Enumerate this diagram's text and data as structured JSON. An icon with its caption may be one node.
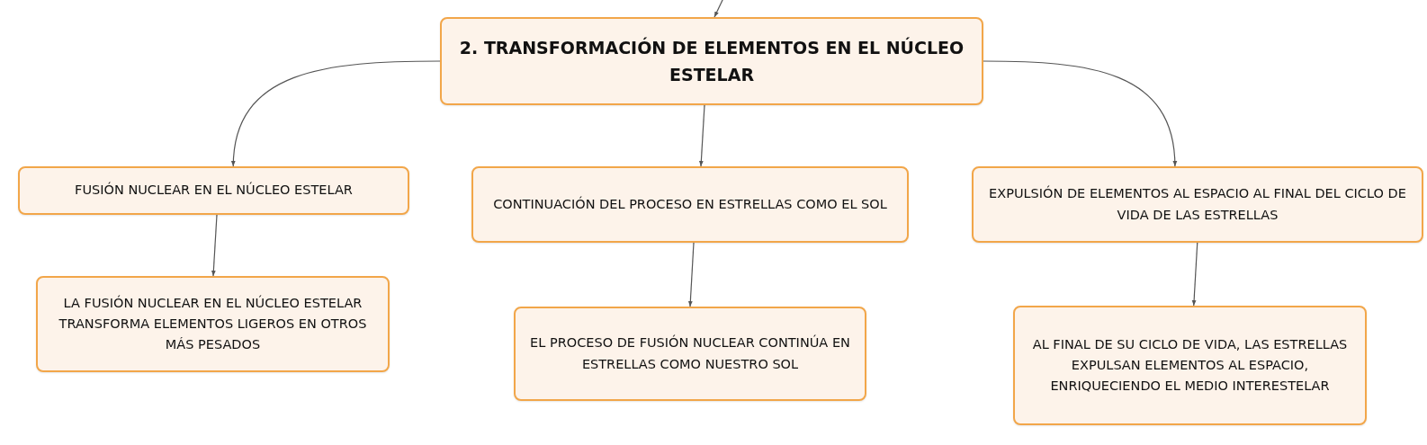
{
  "diagram": {
    "nodes": [
      {
        "text": [
          "2. TRANSFORMACIÓN DE ELEMENTOS EN EL NÚCLEO ESTELAR"
        ]
      },
      {
        "text": [
          "FUSIÓN NUCLEAR EN EL NÚCLEO ESTELAR"
        ]
      },
      {
        "text": [
          "CONTINUACIÓN DEL PROCESO EN ESTRELLAS COMO EL SOL"
        ]
      },
      {
        "text": [
          "EXPULSIÓN DE ELEMENTOS AL ESPACIO AL FINAL DEL CICLO DE VIDA DE LAS ESTRELLAS"
        ]
      },
      {
        "text": [
          "LA FUSIÓN NUCLEAR EN EL NÚCLEO ESTELAR TRANSFORMA ELEMENTOS LIGEROS EN OTROS MÁS PESADOS"
        ]
      },
      {
        "text": [
          "EL PROCESO DE FUSIÓN NUCLEAR CONTINÚA EN ESTRELLAS COMO NUESTRO SOL"
        ]
      },
      {
        "text": [
          "AL FINAL DE SU CICLO DE VIDA, LAS ESTRELLAS EXPULSAN ELEMENTOS AL ESPACIO, ENRIQUECIENDO EL MEDIO INTERESTELAR"
        ]
      }
    ],
    "edges": [
      {
        "from": null,
        "to": 0,
        "arrow": "to"
      },
      {
        "from": 0,
        "to": 1,
        "arrow": "to"
      },
      {
        "from": 0,
        "to": 2,
        "arrow": "to"
      },
      {
        "from": 0,
        "to": 3,
        "arrow": "to"
      },
      {
        "from": 1,
        "to": 4,
        "arrow": "to"
      },
      {
        "from": 2,
        "to": 5,
        "arrow": "to"
      },
      {
        "from": 3,
        "to": 6,
        "arrow": "to"
      }
    ]
  }
}
